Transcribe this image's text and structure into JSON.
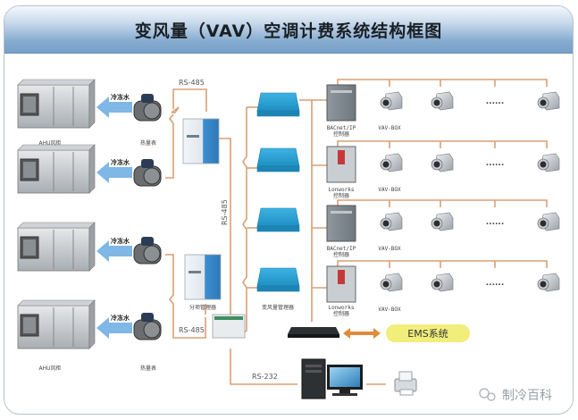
{
  "title": "变风量（VAV）空调计费系统结构框图",
  "labels": {
    "ahu": "AHU风柜",
    "chilled_water": "冷冻水",
    "heat_meter": "热量表",
    "rs485": "RS-485",
    "rs232": "RS-232",
    "sub_manager": "分项管理器",
    "vav_manager": "变风量管理器",
    "bacnet_ctrl": "BACnet/IP",
    "lonworks_ctrl": "Lonworks",
    "controller": "控制器",
    "vav_box": "VAV-BOX",
    "ellipsis": "......",
    "ems": "EMS系统",
    "watermark": "制冷百科"
  },
  "rows": [
    {
      "controller": "BACnet/IP"
    },
    {
      "controller": "Lonworks"
    },
    {
      "controller": "BACnet/IP"
    },
    {
      "controller": "Lonworks"
    }
  ],
  "colors": {
    "wire": "#d9a074",
    "arrow": "#7fb7e6",
    "manager_blue": "#2aa3d6",
    "ems_fill": "#f1ee7c",
    "ems_arrow": "#e08b3a"
  }
}
